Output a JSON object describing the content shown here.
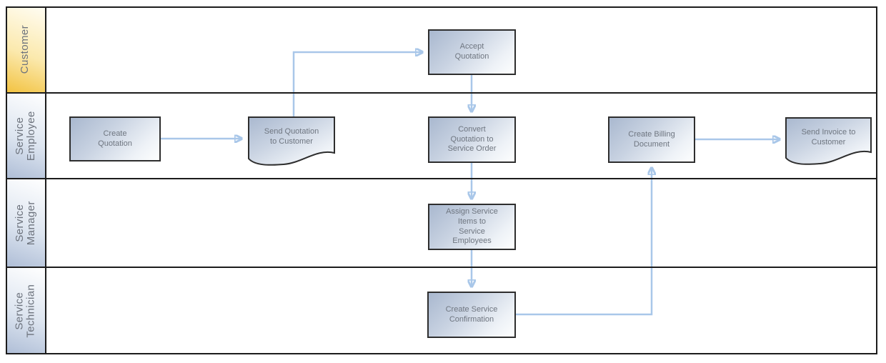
{
  "diagram": {
    "type": "swimlane-flowchart",
    "colors": {
      "connector": "#a9c7e9",
      "node_border": "#2e2e2e",
      "node_gradient_start": "#a9b8cf",
      "node_gradient_end": "#fdfefe",
      "customer_lane_start": "#fffdf4",
      "customer_lane_end": "#f2c23f",
      "lane_header_start": "#ffffff",
      "lane_header_end": "#aebdd6",
      "grid_line": "#1c1c1c",
      "text": "#6f7680"
    },
    "lanes": [
      {
        "id": "customer",
        "label": "Customer"
      },
      {
        "id": "service-employee",
        "label": "Service\nEmployee"
      },
      {
        "id": "service-manager",
        "label": "Service\nManager"
      },
      {
        "id": "service-technician",
        "label": "Service\nTechnician"
      }
    ],
    "nodes": [
      {
        "id": "create-quotation",
        "shape": "process",
        "lane": "Service Employee",
        "label": "Create\nQuotation"
      },
      {
        "id": "send-quotation-to-customer",
        "shape": "document",
        "lane": "Service Employee",
        "label": "Send Quotation\nto Customer"
      },
      {
        "id": "accept-quotation",
        "shape": "process",
        "lane": "Customer",
        "label": "Accept\nQuotation"
      },
      {
        "id": "convert-quotation-to-service-order",
        "shape": "process",
        "lane": "Service Employee",
        "label": "Convert\nQuotation to\nService Order"
      },
      {
        "id": "assign-service-items-to-service-employees",
        "shape": "process",
        "lane": "Service Manager",
        "label": "Assign Service\nItems to\nService\nEmployees"
      },
      {
        "id": "create-service-confirmation",
        "shape": "process",
        "lane": "Service Technician",
        "label": "Create Service\nConfirmation"
      },
      {
        "id": "create-billing-document",
        "shape": "process",
        "lane": "Service Employee",
        "label": "Create Billing\nDocument"
      },
      {
        "id": "send-invoice-to-customer",
        "shape": "document",
        "lane": "Service Employee",
        "label": "Send Invoice to\nCustomer"
      }
    ],
    "edges": [
      {
        "from": "create-quotation",
        "to": "send-quotation-to-customer"
      },
      {
        "from": "send-quotation-to-customer",
        "to": "accept-quotation"
      },
      {
        "from": "accept-quotation",
        "to": "convert-quotation-to-service-order"
      },
      {
        "from": "convert-quotation-to-service-order",
        "to": "assign-service-items-to-service-employees"
      },
      {
        "from": "assign-service-items-to-service-employees",
        "to": "create-service-confirmation"
      },
      {
        "from": "create-service-confirmation",
        "to": "create-billing-document"
      },
      {
        "from": "create-billing-document",
        "to": "send-invoice-to-customer"
      }
    ]
  }
}
